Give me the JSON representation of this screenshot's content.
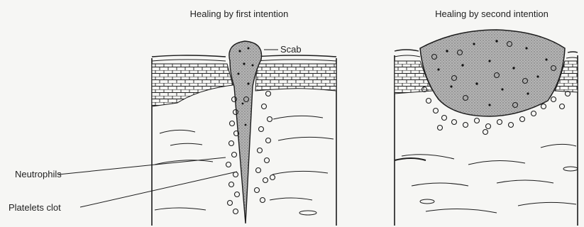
{
  "panels": {
    "left_title": "Healing by first intention",
    "right_title": "Healing by second intention"
  },
  "labels": {
    "scab": "Scab",
    "neutrophils": "Neutrophils",
    "platelets_clot": "Platelets clot"
  },
  "colors": {
    "ink": "#1c1c1c",
    "clot_fill": "#9a9a9a",
    "background": "#f6f6f4"
  }
}
